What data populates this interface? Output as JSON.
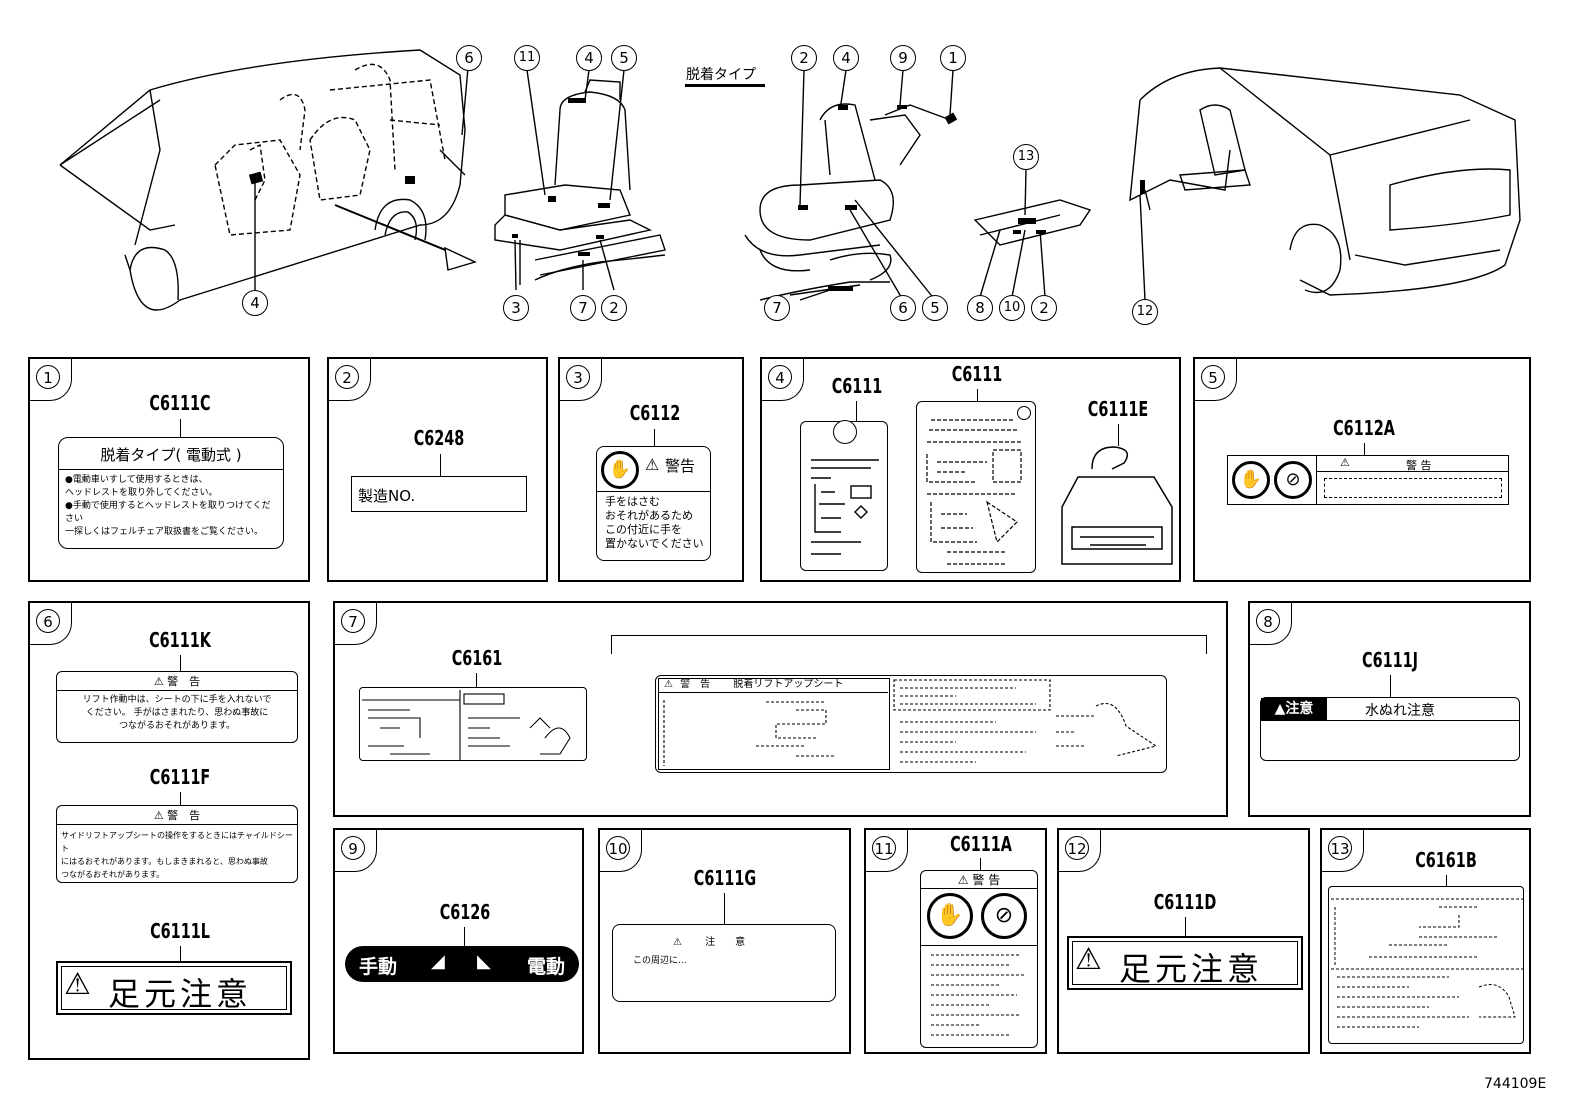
{
  "top": {
    "type_label": "脱着タイプ",
    "callouts": [
      "6",
      "11",
      "4",
      "5",
      "2",
      "4",
      "9",
      "1",
      "13",
      "4",
      "3",
      "7",
      "2",
      "7",
      "6",
      "5",
      "8",
      "10",
      "2",
      "12"
    ]
  },
  "panels": {
    "p1": {
      "num": "1",
      "code": "C6111C",
      "title": "脱着タイプ( 電動式 )",
      "lines": [
        "●電動車いすして使用するときは、",
        "ヘッドレストを取り外してください。",
        "●手動で使用するとヘッドレストを取りつけてください",
        "一探しくはフェルチェア取扱書をご覧ください。"
      ]
    },
    "p2": {
      "num": "2",
      "code": "C6248",
      "text": "製造NO."
    },
    "p3": {
      "num": "3",
      "code": "C6112",
      "warn": "警告",
      "lines": [
        "手をはさむ",
        "おそれがあるため",
        "この付近に手を",
        "置かないでください"
      ]
    },
    "p4": {
      "num": "4",
      "code_a": "C6111",
      "code_b": "C6111",
      "code_c": "C6111E"
    },
    "p5": {
      "num": "5",
      "code": "C6112A",
      "warn": "警 告"
    },
    "p6": {
      "num": "6",
      "code_k": "C6111K",
      "warn_k": "警　告",
      "lines_k": [
        "リフト作動中は、シートの下に手を入れないで",
        "ください。 手がはさまれたり、思わぬ事故に",
        "つながるおそれがあります。"
      ],
      "code_f": "C6111F",
      "warn_f": "警　告",
      "lines_f": [
        "サイドリフトアップシートの操作をするときにはチャイルドシート",
        "にはるおそれがあります。もしまきまれると、思わぬ事故",
        "つながるおそれがあります。"
      ],
      "code_l": "C6111L",
      "text_l": "足元注意"
    },
    "p7": {
      "num": "7",
      "code": "C6161",
      "hdr_warn": "警　告",
      "hdr_title": "脱着リフトアップシート"
    },
    "p8": {
      "num": "8",
      "code": "C6111J",
      "badge": "▲注意",
      "text": "水ぬれ注意"
    },
    "p9": {
      "num": "9",
      "code": "C6126",
      "left": "手動",
      "right": "電動"
    },
    "p10": {
      "num": "10",
      "code": "C6111G",
      "hdr": "注　　意",
      "line": "この周辺に..."
    },
    "p11": {
      "num": "11",
      "code": "C6111A",
      "warn": "警 告"
    },
    "p12": {
      "num": "12",
      "code": "C6111D",
      "text": "足元注意"
    },
    "p13": {
      "num": "13",
      "code": "C6161B"
    }
  },
  "footer": {
    "id": "744109E"
  }
}
